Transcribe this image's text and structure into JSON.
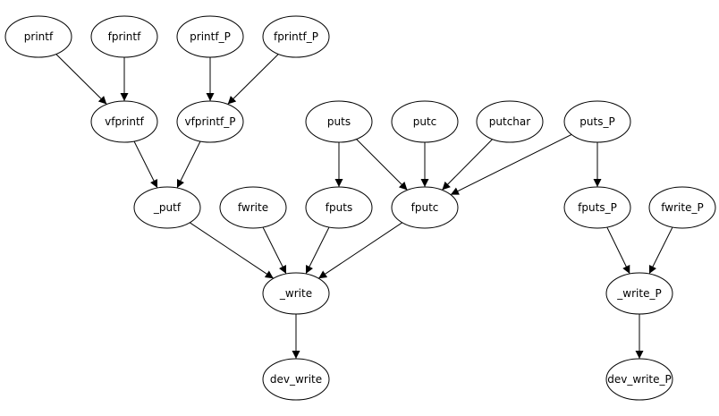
{
  "graph": {
    "colors": {
      "background": "#ffffff",
      "stroke": "#000000",
      "text": "#000000"
    },
    "nodes": [
      {
        "id": "printf",
        "label": "printf"
      },
      {
        "id": "fprintf",
        "label": "fprintf"
      },
      {
        "id": "printf_P",
        "label": "printf_P"
      },
      {
        "id": "fprintf_P",
        "label": "fprintf_P"
      },
      {
        "id": "vfprintf",
        "label": "vfprintf"
      },
      {
        "id": "vfprintf_P",
        "label": "vfprintf_P"
      },
      {
        "id": "puts",
        "label": "puts"
      },
      {
        "id": "putc",
        "label": "putc"
      },
      {
        "id": "putchar",
        "label": "putchar"
      },
      {
        "id": "puts_P",
        "label": "puts_P"
      },
      {
        "id": "_putf",
        "label": "_putf"
      },
      {
        "id": "fwrite",
        "label": "fwrite"
      },
      {
        "id": "fputs",
        "label": "fputs"
      },
      {
        "id": "fputc",
        "label": "fputc"
      },
      {
        "id": "fputs_P",
        "label": "fputs_P"
      },
      {
        "id": "fwrite_P",
        "label": "fwrite_P"
      },
      {
        "id": "_write",
        "label": "_write"
      },
      {
        "id": "_write_P",
        "label": "_write_P"
      },
      {
        "id": "dev_write",
        "label": "dev_write"
      },
      {
        "id": "dev_write_P",
        "label": "dev_write_P"
      }
    ],
    "edges": [
      {
        "from": "printf",
        "to": "vfprintf"
      },
      {
        "from": "fprintf",
        "to": "vfprintf"
      },
      {
        "from": "printf_P",
        "to": "vfprintf_P"
      },
      {
        "from": "fprintf_P",
        "to": "vfprintf_P"
      },
      {
        "from": "vfprintf",
        "to": "_putf"
      },
      {
        "from": "vfprintf_P",
        "to": "_putf"
      },
      {
        "from": "puts",
        "to": "fputs"
      },
      {
        "from": "puts",
        "to": "fputc"
      },
      {
        "from": "putc",
        "to": "fputc"
      },
      {
        "from": "putchar",
        "to": "fputc"
      },
      {
        "from": "puts_P",
        "to": "fputc"
      },
      {
        "from": "puts_P",
        "to": "fputs_P"
      },
      {
        "from": "_putf",
        "to": "_write"
      },
      {
        "from": "fwrite",
        "to": "_write"
      },
      {
        "from": "fputs",
        "to": "_write"
      },
      {
        "from": "fputc",
        "to": "_write"
      },
      {
        "from": "fputs_P",
        "to": "_write_P"
      },
      {
        "from": "fwrite_P",
        "to": "_write_P"
      },
      {
        "from": "_write",
        "to": "dev_write"
      },
      {
        "from": "_write_P",
        "to": "dev_write_P"
      }
    ]
  }
}
